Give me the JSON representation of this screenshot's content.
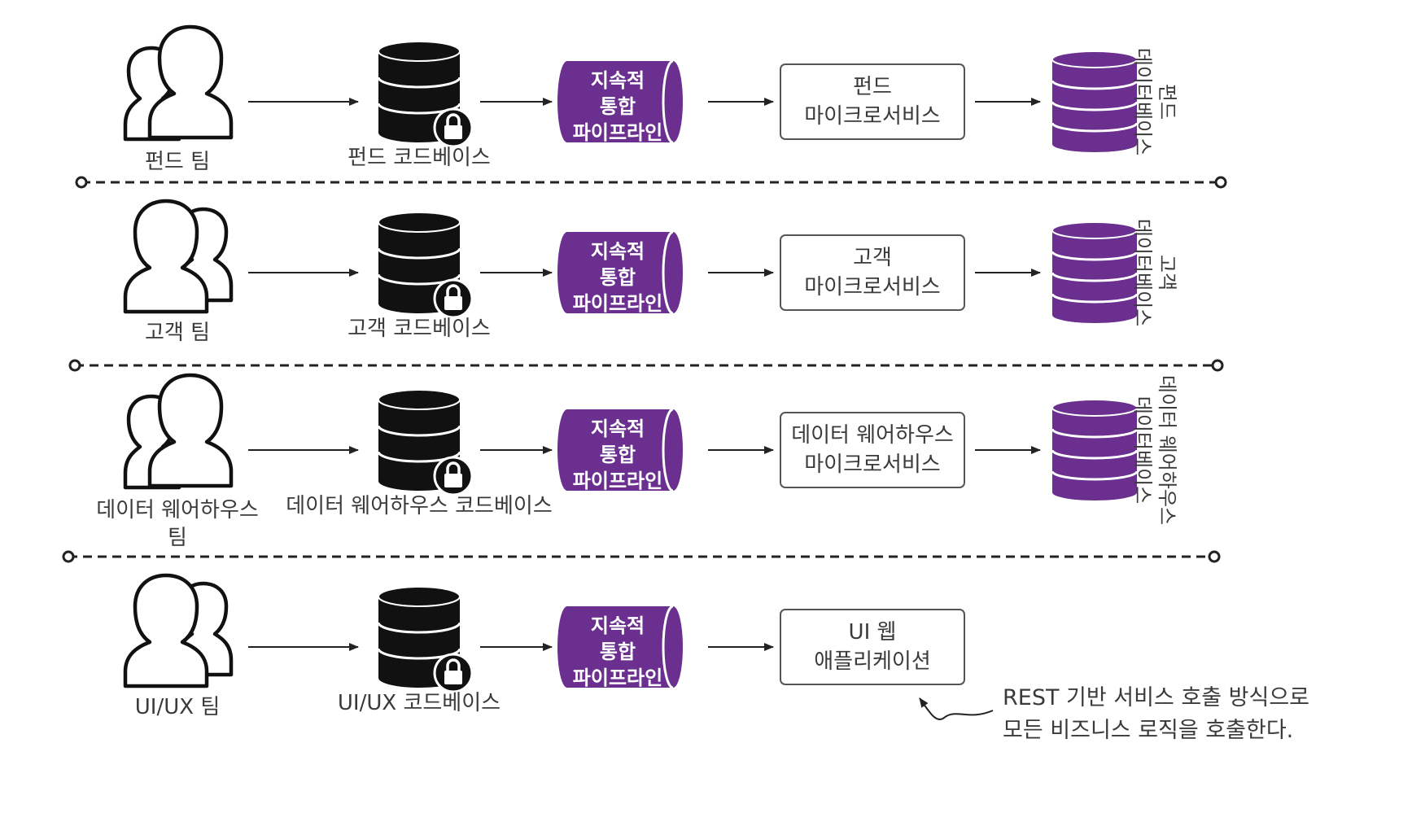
{
  "colors": {
    "pipeline": "#6a2f8f",
    "database": "#6a2f8f",
    "codebase": "#111111",
    "line": "#222222"
  },
  "icons": {
    "team": "team-icon",
    "codebase": "locked-database-icon",
    "pipeline": "pipeline-cylinder-icon",
    "database": "database-icon"
  },
  "rows": [
    {
      "team_label": [
        "펀드 팀"
      ],
      "codebase_label": "펀드 코드베이스",
      "pipeline_lines": [
        "지속적",
        "통합",
        "파이프라인"
      ],
      "service_lines": [
        "펀드",
        "마이크로서비스"
      ],
      "database_lines": [
        "펀드",
        "데이터베이스"
      ]
    },
    {
      "team_label": [
        "고객 팀"
      ],
      "codebase_label": "고객 코드베이스",
      "pipeline_lines": [
        "지속적",
        "통합",
        "파이프라인"
      ],
      "service_lines": [
        "고객",
        "마이크로서비스"
      ],
      "database_lines": [
        "고객",
        "데이터베이스"
      ]
    },
    {
      "team_label": [
        "데이터 웨어하우스",
        "팀"
      ],
      "codebase_label": "데이터 웨어하우스 코드베이스",
      "pipeline_lines": [
        "지속적",
        "통합",
        "파이프라인"
      ],
      "service_lines": [
        "데이터 웨어하우스",
        "마이크로서비스"
      ],
      "database_lines": [
        "데이터 웨어하우스",
        "데이터베이스"
      ]
    },
    {
      "team_label": [
        "UI/UX 팀"
      ],
      "codebase_label": "UI/UX 코드베이스",
      "pipeline_lines": [
        "지속적",
        "통합",
        "파이프라인"
      ],
      "service_lines": [
        "UI 웹",
        "애플리케이션"
      ],
      "database_lines": []
    }
  ],
  "annotation": {
    "lines": [
      "REST 기반 서비스 호출 방식으로",
      "모든 비즈니스 로직을 호출한다."
    ]
  }
}
